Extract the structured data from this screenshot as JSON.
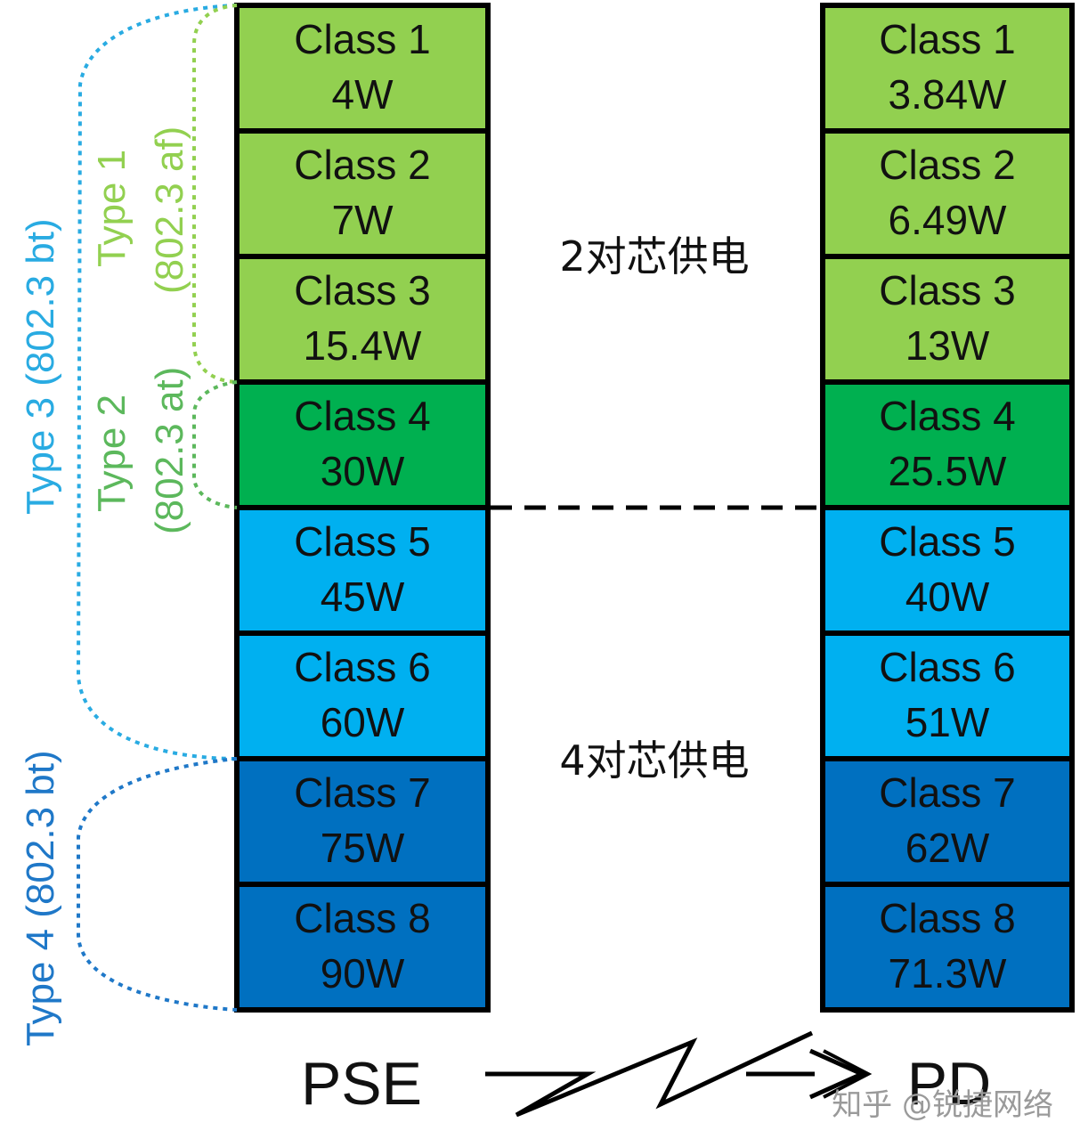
{
  "pse_classes": [
    {
      "class": "Class 1",
      "power": "4W"
    },
    {
      "class": "Class 2",
      "power": "7W"
    },
    {
      "class": "Class 3",
      "power": "15.4W"
    },
    {
      "class": "Class 4",
      "power": "30W"
    },
    {
      "class": "Class 5",
      "power": "45W"
    },
    {
      "class": "Class 6",
      "power": "60W"
    },
    {
      "class": "Class 7",
      "power": "75W"
    },
    {
      "class": "Class 8",
      "power": "90W"
    }
  ],
  "pd_classes": [
    {
      "class": "Class 1",
      "power": "3.84W"
    },
    {
      "class": "Class 2",
      "power": "6.49W"
    },
    {
      "class": "Class 3",
      "power": "13W"
    },
    {
      "class": "Class 4",
      "power": "25.5W"
    },
    {
      "class": "Class 5",
      "power": "40W"
    },
    {
      "class": "Class 6",
      "power": "51W"
    },
    {
      "class": "Class 7",
      "power": "62W"
    },
    {
      "class": "Class 8",
      "power": "71.3W"
    }
  ],
  "class_colors": [
    "#92d050",
    "#92d050",
    "#92d050",
    "#00b050",
    "#00b0f0",
    "#00b0f0",
    "#0070c0",
    "#0070c0"
  ],
  "middle_labels": {
    "two_pair": "2对芯供电",
    "four_pair": "4对芯供电"
  },
  "bottom_labels": {
    "pse": "PSE",
    "pd": "PD"
  },
  "type_labels": {
    "type1_name": "Type 1",
    "type1_std": "(802.3 af)",
    "type2_name": "Type 2",
    "type2_std": "(802.3 at)",
    "type3": "Type 3 (802.3 bt)",
    "type4": "Type 4 (802.3 bt)"
  },
  "type_colors": {
    "type1": "#92d050",
    "type2": "#5cb85c",
    "type3": "#29abe2",
    "type4": "#1f78c8"
  },
  "watermark": "知乎 @锐捷网络"
}
